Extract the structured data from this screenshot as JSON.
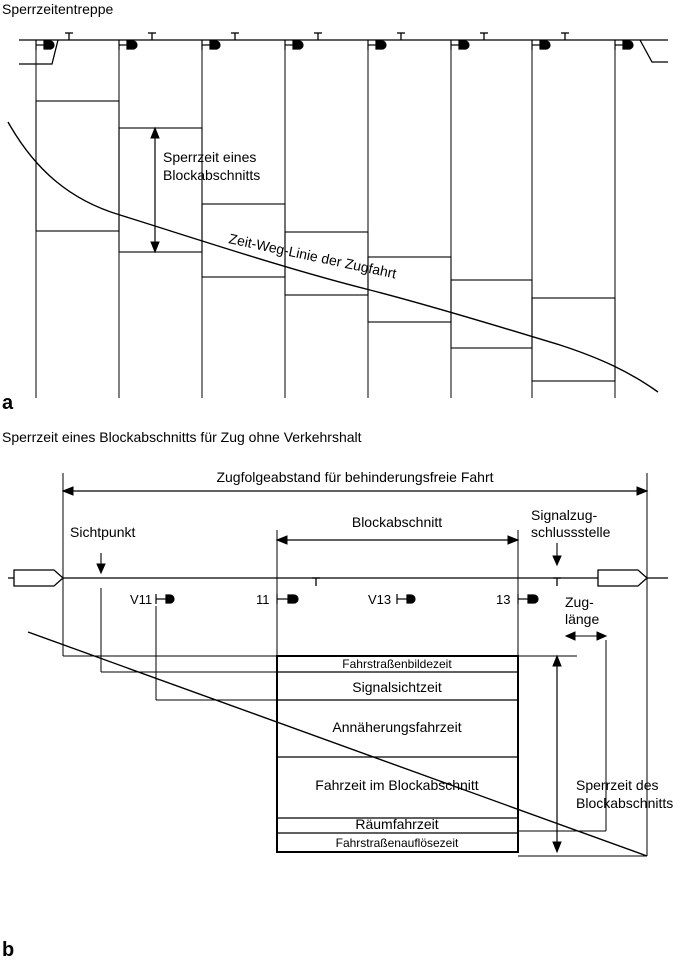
{
  "part_a": {
    "title": "Sperrzeitentreppe",
    "label_sperrzeit": [
      "Sperrzeit eines",
      "Blockabschnitts"
    ],
    "label_zeitweg": "Zeit-Weg-Linie der Zugfahrt",
    "panel_letter": "a"
  },
  "part_b": {
    "title": "Sperrzeit eines Blockabschnitts für Zug ohne Verkehrshalt",
    "zugfolge": "Zugfolgeabstand für behinderungsfreie Fahrt",
    "sichtpunkt": "Sichtpunkt",
    "blockabschnitt": "Blockabschnitt",
    "signalzug": [
      "Signalzug-",
      "schlussstelle"
    ],
    "signals": [
      "V11",
      "11",
      "V13",
      "13"
    ],
    "zuglaenge": [
      "Zug-",
      "länge"
    ],
    "sperrzeit_des": [
      "Sperrzeit des",
      "Blockabschnitts"
    ],
    "components": [
      "Fahrstraßenbildezeit",
      "Signalsichtzeit",
      "Annäherungsfahrzeit",
      "Fahrzeit im Blockabschnitt",
      "Räumfahrzeit",
      "Fahrstraßenauflösezeit"
    ],
    "panel_letter": "b"
  }
}
